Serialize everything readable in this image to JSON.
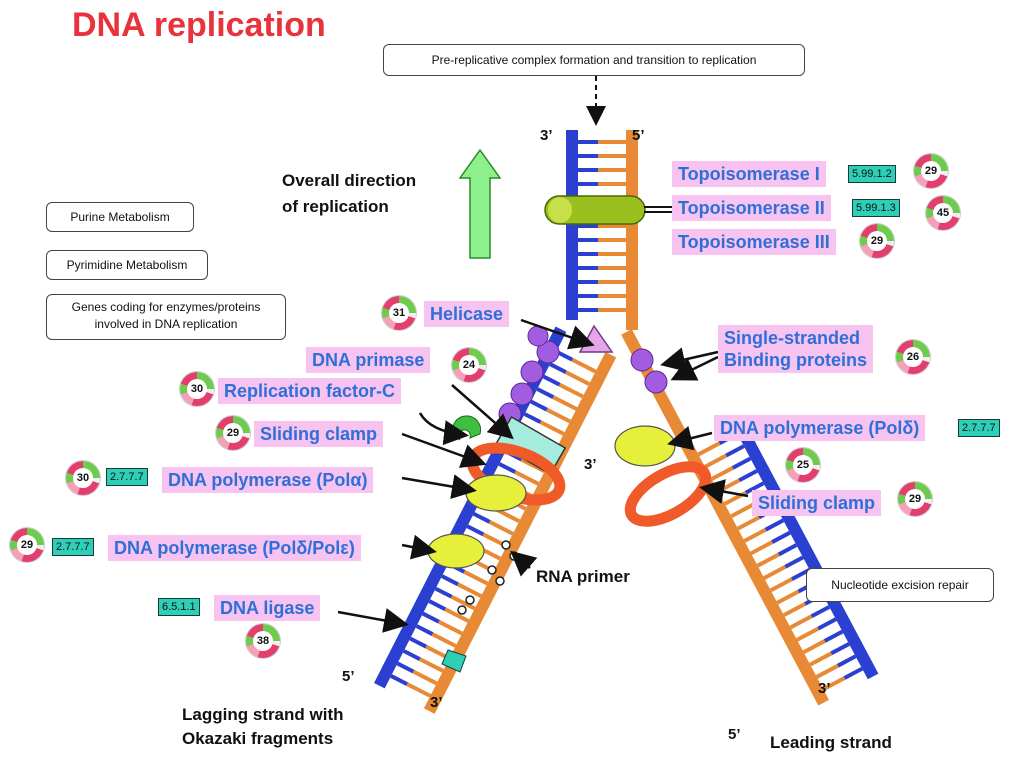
{
  "title": "DNA replication",
  "pre_replicative": "Pre-replicative complex formation and transition to replication",
  "overall_direction": [
    "Overall direction",
    "of replication"
  ],
  "legend_boxes": {
    "purine": "Purine Metabolism",
    "pyrimidine": "Pyrimidine Metabolism",
    "genes": "Genes coding for enzymes/proteins involved in DNA replication",
    "ner": "Nucleotide excision repair"
  },
  "strand_ends": {
    "top_3": "3’",
    "top_5": "5’",
    "lag_3": "3’",
    "lag_5": "5’",
    "lead_3": "3’",
    "lead_5": "5’",
    "lead_mid_3": "3’"
  },
  "proteins": {
    "topo1": {
      "label": "Topoisomerase I",
      "ec": "5.99.1.2",
      "count": "29"
    },
    "topo2": {
      "label": "Topoisomerase II",
      "ec": "5.99.1.3",
      "count": "45"
    },
    "topo3": {
      "label": "Topoisomerase III",
      "count": "29"
    },
    "helicase": {
      "label": "Helicase",
      "count": "31"
    },
    "primase": {
      "label": "DNA primase",
      "count": "24"
    },
    "rfc": {
      "label": "Replication factor-C",
      "count": "30"
    },
    "clamp_left": {
      "label": "Sliding clamp",
      "count": "29"
    },
    "pol_alpha": {
      "label": "DNA polymerase (Polα)",
      "ec": "2.7.7.7",
      "count": "30"
    },
    "pol_de": {
      "label": "DNA polymerase (Polδ/Polε)",
      "ec": "2.7.7.7",
      "count": "29"
    },
    "ligase": {
      "label": "DNA ligase",
      "ec": "6.5.1.1",
      "count": "38"
    },
    "ssb": {
      "label": [
        "Single-stranded",
        "Binding proteins"
      ],
      "count": "26"
    },
    "pol_delta": {
      "label": "DNA polymerase (Polδ)",
      "ec": "2.7.7.7",
      "count": "25"
    },
    "clamp_right": {
      "label": "Sliding clamp",
      "count": "29"
    }
  },
  "rna_primer": "RNA primer",
  "lagging": [
    "Lagging strand with",
    "Okazaki fragments"
  ],
  "leading": "Leading strand",
  "colors": {
    "title": "#e8323c",
    "blue_strand": "#2b3fd0",
    "orange_strand": "#e88a35",
    "label_bg": "#f7c3f0",
    "label_text": "#2f6fd8",
    "ec_bg": "#2ecfb7",
    "arrow_green": "#8df08d",
    "ssb_purple": "#a15ce0",
    "clamp_red": "#f05a28",
    "polymerase_yellow": "#e6ef3a"
  }
}
